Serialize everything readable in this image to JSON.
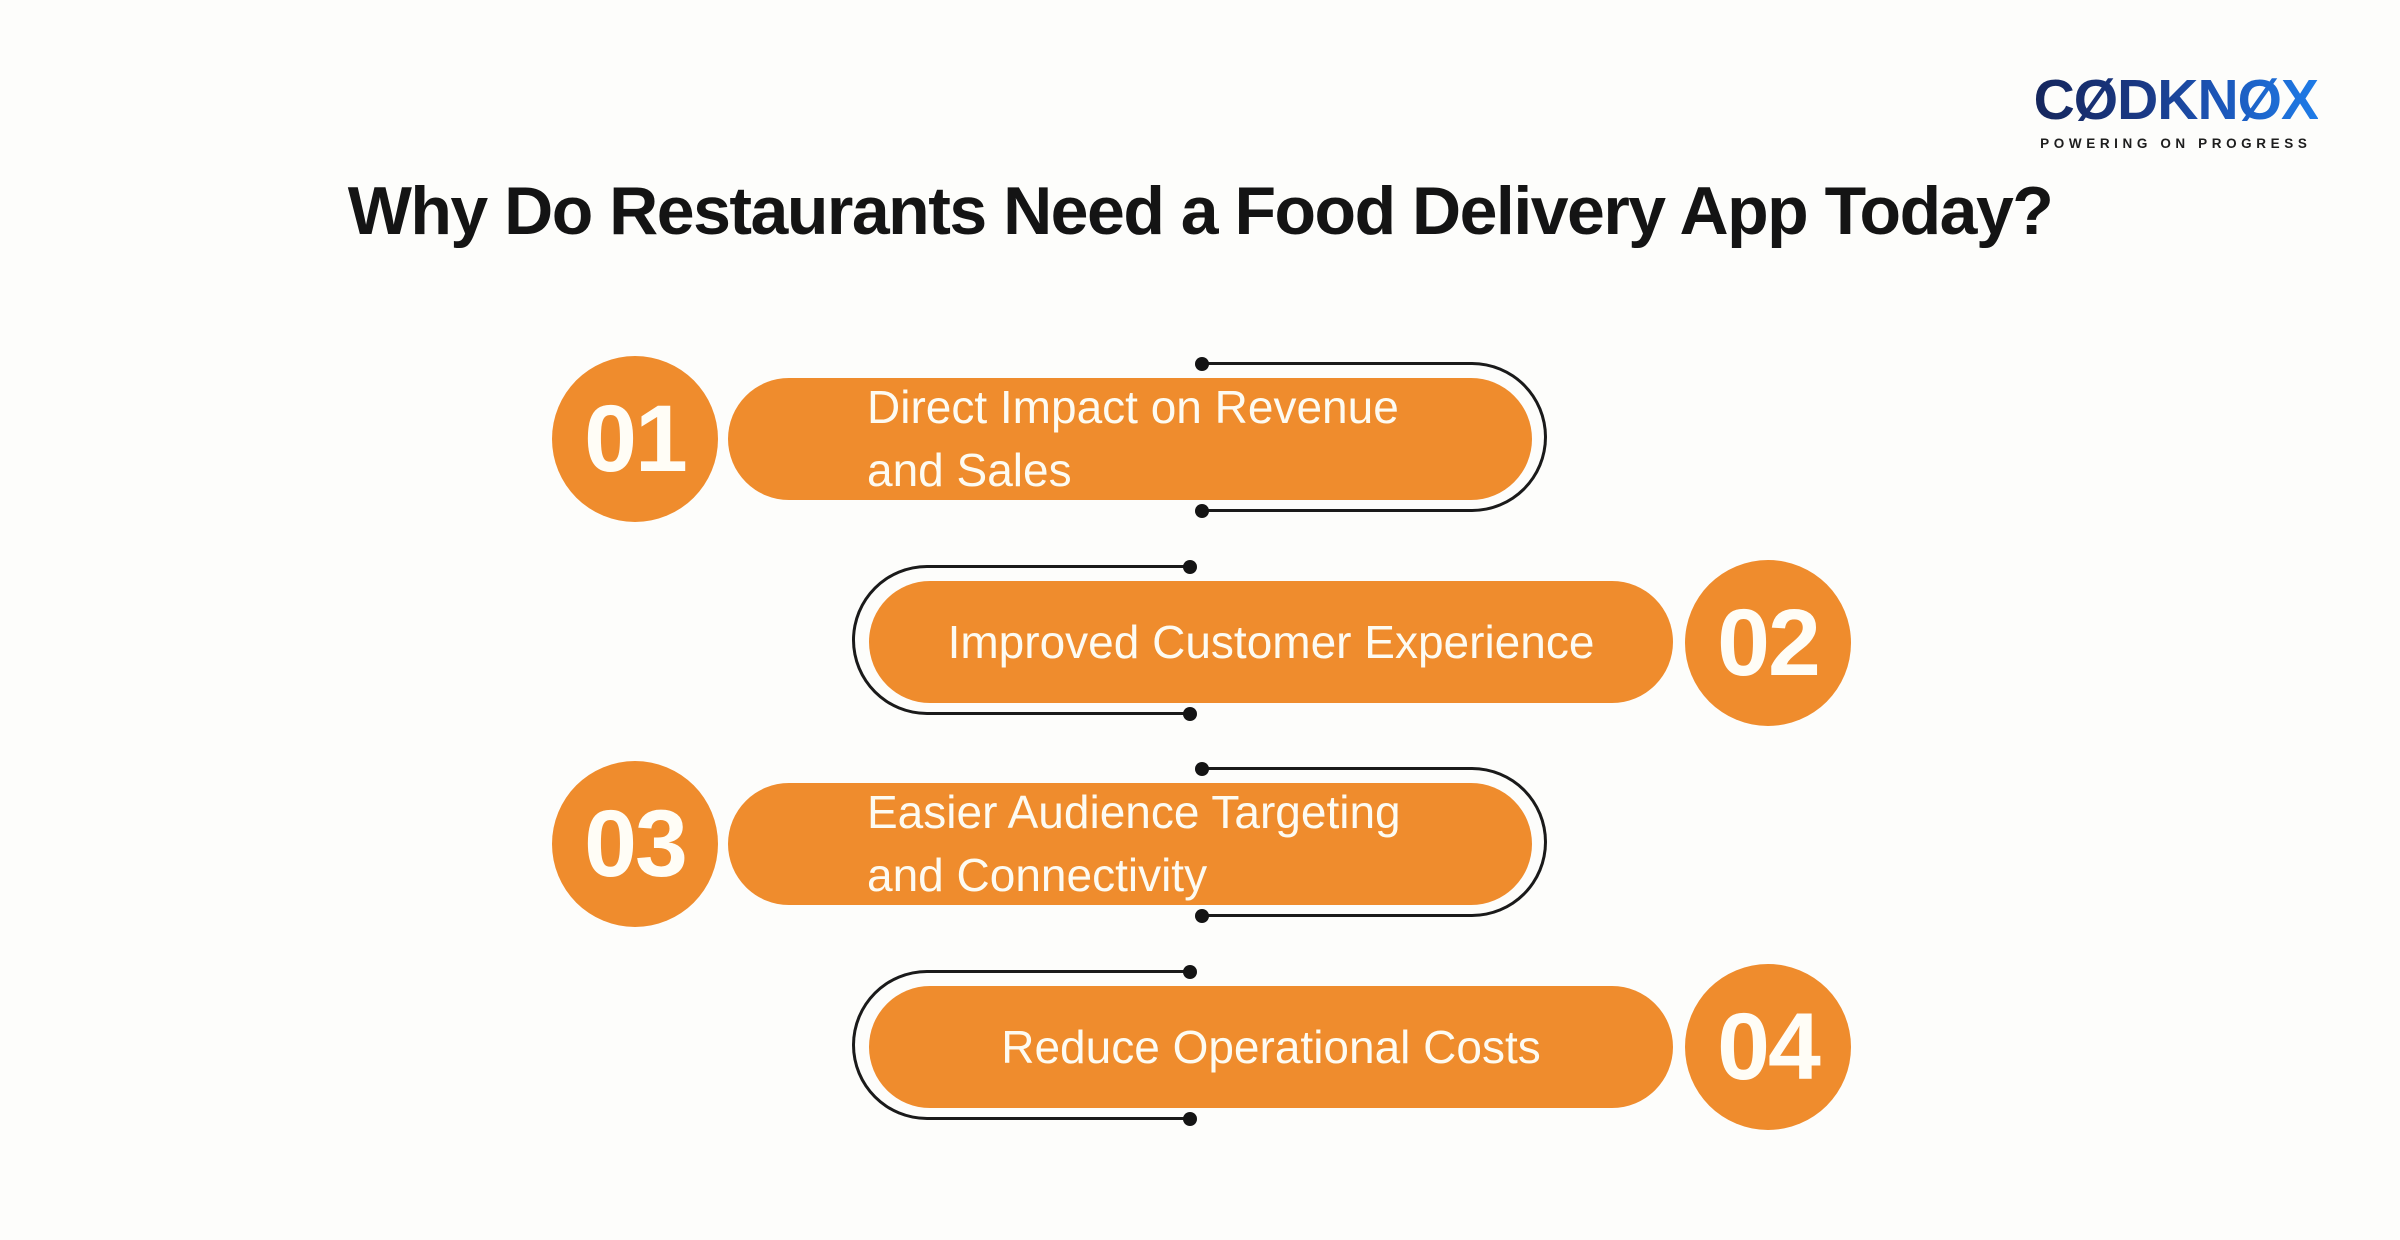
{
  "logo": {
    "brand": "CØDKNØX",
    "tagline": "POWERING ON PROGRESS",
    "gradient_start": "#15265c",
    "gradient_end": "#1e7ce8"
  },
  "title": "Why Do Restaurants Need a Food Delivery App Today?",
  "theme": {
    "accent_orange": "#ef8c2d",
    "pill_text_color": "#fdfbf2",
    "connector_color": "#1a1a1a",
    "background": "#fdfdfb",
    "title_color": "#141414"
  },
  "items": [
    {
      "number": "01",
      "label": "Direct Impact on Revenue\nand Sales",
      "side": "left"
    },
    {
      "number": "02",
      "label": "Improved Customer Experience",
      "side": "right"
    },
    {
      "number": "03",
      "label": "Easier Audience Targeting\nand Connectivity",
      "side": "left"
    },
    {
      "number": "04",
      "label": "Reduce Operational Costs",
      "side": "right"
    }
  ]
}
